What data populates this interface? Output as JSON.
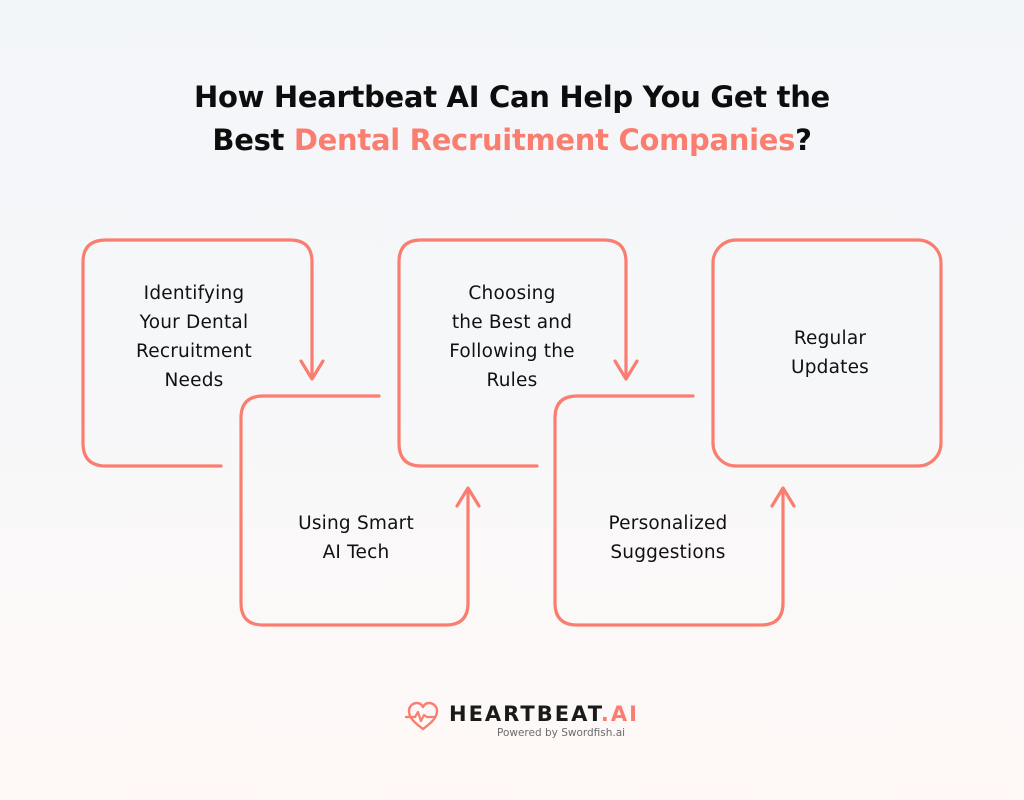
{
  "title": {
    "line1": "How Heartbeat AI Can Help You Get the",
    "line2_prefix": "Best ",
    "line2_accent": "Dental Recruitment Companies",
    "line2_suffix": "?"
  },
  "steps": [
    {
      "label": "Identifying Your Dental Recruitment Needs",
      "lines": [
        "Identifying",
        "Your Dental",
        "Recruitment",
        "Needs"
      ]
    },
    {
      "label": "Using Smart AI Tech",
      "lines": [
        "Using Smart",
        "AI Tech"
      ]
    },
    {
      "label": "Choosing the Best and Following the Rules",
      "lines": [
        "Choosing",
        "the Best and",
        "Following the",
        "Rules"
      ]
    },
    {
      "label": "Personalized Suggestions",
      "lines": [
        "Personalized",
        "Suggestions"
      ]
    },
    {
      "label": "Regular Updates",
      "lines": [
        "Regular",
        "Updates"
      ]
    }
  ],
  "footer": {
    "brand_main": "HEARTBEAT",
    "brand_suffix": ".AI",
    "powered_by": "Powered by Swordfish.ai",
    "logo_icon": "heart-pulse-icon"
  },
  "colors": {
    "accent": "#fa7e70",
    "text": "#111111",
    "background_top": "#f3f6f9",
    "background_bottom": "#fff8f7"
  }
}
